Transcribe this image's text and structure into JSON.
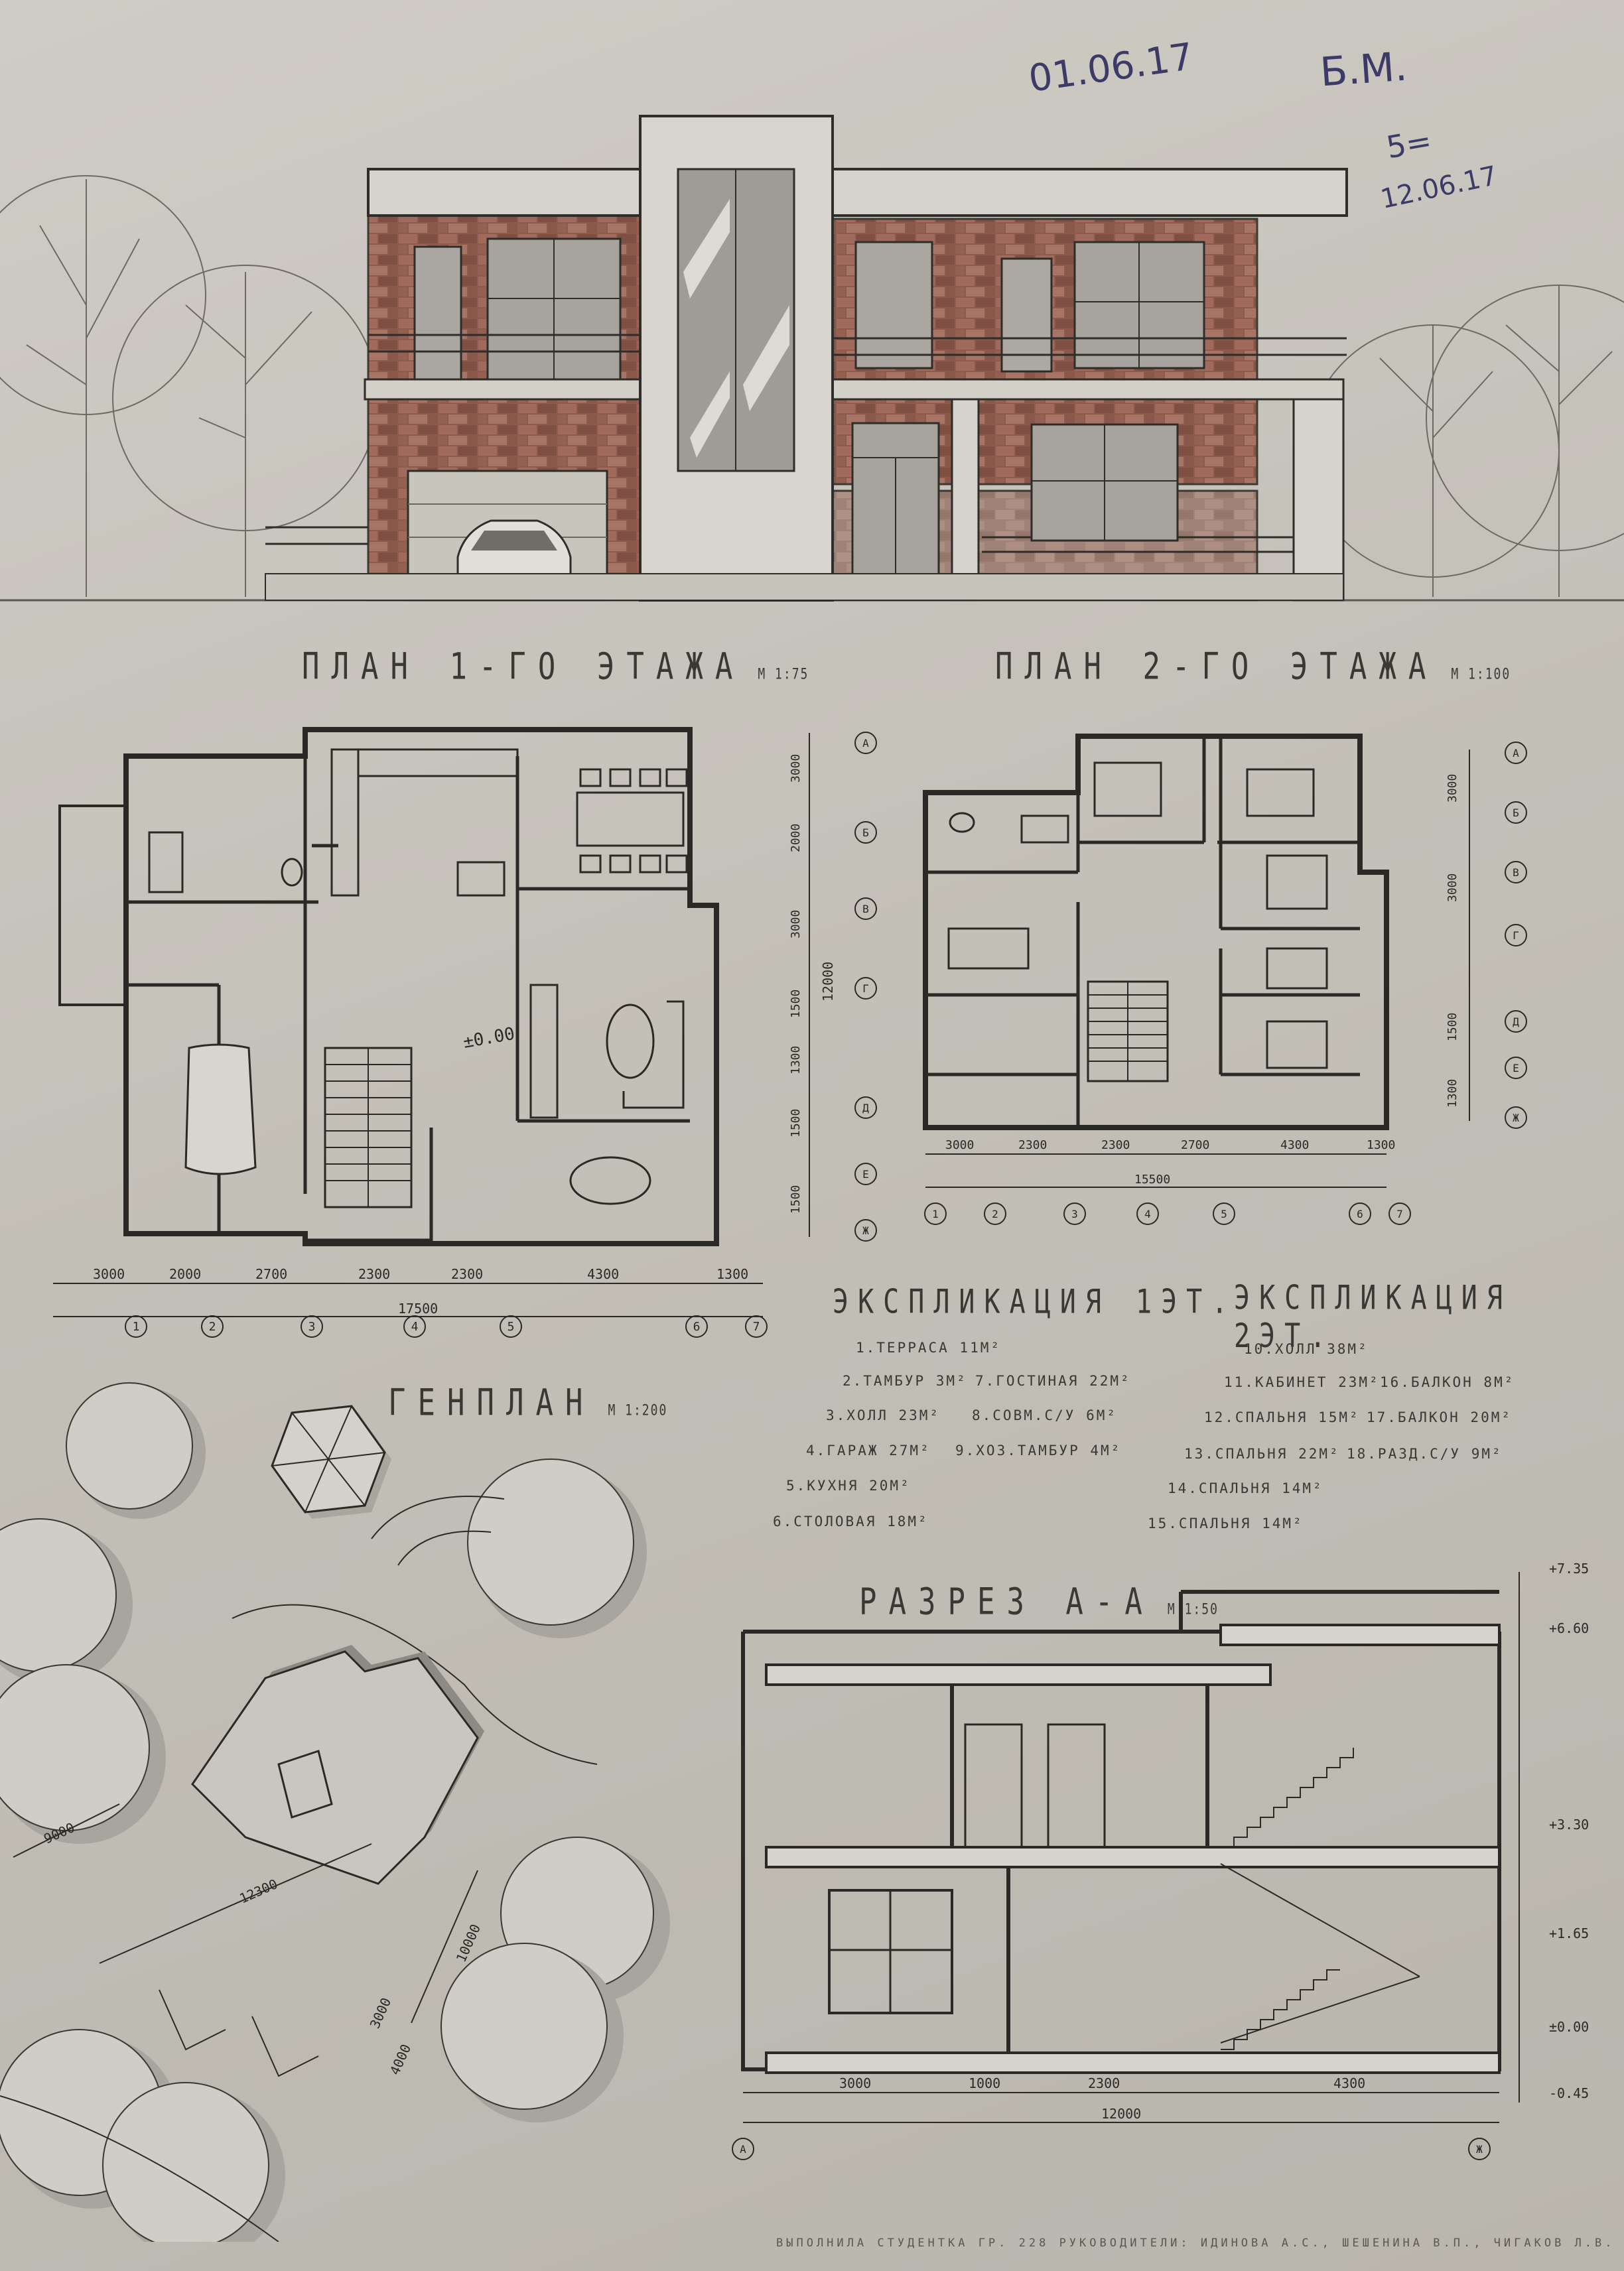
{
  "handwritten_notes": {
    "date": "01.06.17",
    "initials": "Б.М.",
    "grade": "5=",
    "grade_date": "12.06.17"
  },
  "titles": {
    "plan1": "ПЛАН 1-ГО ЭТАЖА",
    "plan1_scale": "М 1:75",
    "plan2": "ПЛАН 2-ГО ЭТАЖА",
    "plan2_scale": "М 1:100",
    "genplan": "ГЕНПЛАН",
    "genplan_scale": "М 1:200",
    "section": "РАЗРЕЗ А-А",
    "section_scale": "М 1:50",
    "expl1": "ЭКСПЛИКАЦИЯ 1ЭТ.",
    "expl2": "ЭКСПЛИКАЦИЯ 2ЭТ."
  },
  "explication_floor1": [
    "1.ТЕРРАСА 11М²",
    "2.ТАМБУР 3М²",
    "3.ХОЛЛ 23М²",
    "4.ГАРАЖ 27М²",
    "5.КУХНЯ 20М²",
    "6.СТОЛОВАЯ 18М²",
    "7.ГОСТИНАЯ 22М²",
    "8.СОВМ.С/У 6М²",
    "9.ХОЗ.ТАМБУР 4М²"
  ],
  "explication_floor2": [
    "10.ХОЛЛ 38М²",
    "11.КАБИНЕТ 23М²",
    "12.СПАЛЬНЯ 15М²",
    "13.СПАЛЬНЯ 22М²",
    "14.СПАЛЬНЯ 14М²",
    "15.СПАЛЬНЯ 14М²",
    "16.БАЛКОН 8М²",
    "17.БАЛКОН 20М²",
    "18.РАЗД.С/У 9М²"
  ],
  "dimensions": {
    "plan1_bottom": [
      "3000",
      "2000",
      "2700",
      "2300",
      "2300",
      "4300",
      "1300"
    ],
    "plan1_total": "17500",
    "plan1_side": [
      "3000",
      "2000",
      "3000",
      "1500",
      "1300",
      "1500",
      "1500"
    ],
    "plan1_side_total": "12000",
    "plan1_axes": [
      "1",
      "2",
      "3",
      "4",
      "5",
      "6",
      "7"
    ],
    "plan1_side_axes": [
      "А",
      "Б",
      "В",
      "Г",
      "Д",
      "Е",
      "Ж"
    ],
    "plan1_level": "±0.00",
    "plan2_bottom": [
      "3000",
      "2300",
      "2300",
      "2700",
      "4300",
      "1300"
    ],
    "plan2_total": "15500",
    "plan2_side": [
      "3000",
      "3000",
      "1500",
      "1300"
    ],
    "section_bottom": [
      "3000",
      "1000",
      "2300",
      "4300"
    ],
    "section_total": "12000",
    "section_axes": [
      "А",
      "Ж"
    ],
    "section_levels": [
      "+7.35",
      "+6.60",
      "+3.30",
      "+1.65",
      "±0.00",
      "-0.45"
    ],
    "genplan": [
      "12300",
      "10000",
      "9000",
      "4000",
      "3000"
    ]
  },
  "credits": "ВЫПОЛНИЛА СТУДЕНТКА ГР. 228   РУКОВОДИТЕЛИ: ИДИНОВА А.С., ШЕШЕНИНА В.П., ЧИГАКОВ Л.В."
}
